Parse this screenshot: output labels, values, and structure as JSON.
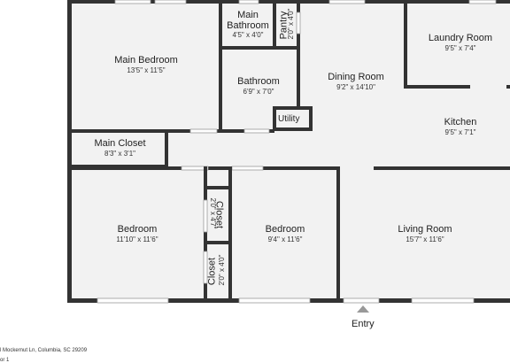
{
  "rooms": {
    "main_bedroom": {
      "name": "Main Bedroom",
      "dims": "13'5\" x 11'5\""
    },
    "main_bathroom": {
      "name": "Main Bathroom",
      "dims": "4'5\" x 4'0\""
    },
    "pantry": {
      "name": "Pantry",
      "dims": "2'0\" x 4'0\""
    },
    "laundry_room": {
      "name": "Laundry Room",
      "dims": "9'5\" x 7'4\""
    },
    "bathroom": {
      "name": "Bathroom",
      "dims": "6'9\" x 7'0\""
    },
    "dining_room": {
      "name": "Dining Room",
      "dims": "9'2\" x 14'10\""
    },
    "utility": {
      "name": "Utility"
    },
    "kitchen": {
      "name": "Kitchen",
      "dims": "9'5\" x 7'1\""
    },
    "main_closet": {
      "name": "Main Closet",
      "dims": "8'3\" x 3'1\""
    },
    "bedroom_1": {
      "name": "Bedroom",
      "dims": "11'10\" x 11'6\""
    },
    "closet_1": {
      "name": "Closet",
      "dims": "2'0\" x 4'7\""
    },
    "closet_2": {
      "name": "Closet",
      "dims": "2'0\" x 4'0\""
    },
    "bedroom_2": {
      "name": "Bedroom",
      "dims": "9'4\" x 11'6\""
    },
    "living_room": {
      "name": "Living Room",
      "dims": "15'7\" x 11'6\""
    }
  },
  "entry_label": "Entry",
  "footer": {
    "address": "l Mockernut Ln, Columbia, SC 29209",
    "floor": "or 1"
  }
}
